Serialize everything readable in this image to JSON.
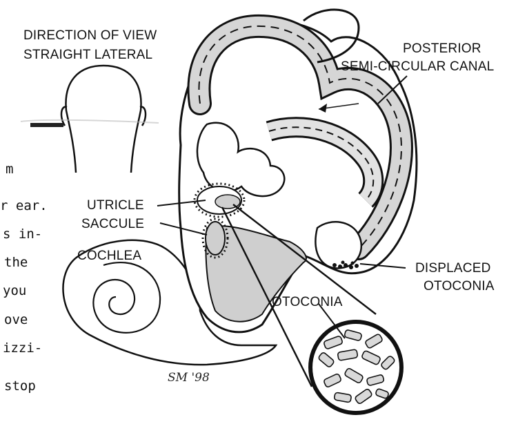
{
  "labels": {
    "direction_line1": "DIRECTION OF VIEW",
    "direction_line2": "STRAIGHT LATERAL",
    "posterior_line1": "POSTERIOR",
    "posterior_line2": "SEMI-CIRCULAR CANAL",
    "utricle": "UTRICLE",
    "saccule": "SACCULE",
    "cochlea": "COCHLEA",
    "displaced_line1": "DISPLACED",
    "displaced_line2": "OTOCONIA",
    "otoconia": "OTOCONIA"
  },
  "signature": "SM '98",
  "body_text_fragments": [
    "m",
    "r ear.",
    "s in-",
    "the",
    "you",
    "ove",
    "izzi-",
    "stop"
  ]
}
